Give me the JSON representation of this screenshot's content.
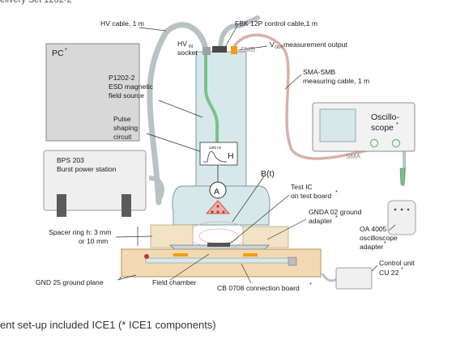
{
  "header_fragment": "elivery Set 1202-2",
  "caption": "ent set-up included ICE1 (* ICE1 components)",
  "labels": {
    "hv_cable": "HV cable, 1 m",
    "fbk_cable": "FBK 12P control cable,1 m",
    "hv_socket_1": "HV",
    "hv_socket_sub": "IN",
    "hv_socket_2": "socket",
    "smb": "SMB",
    "vout_1": "V",
    "vout_sub": "OUT",
    "vout_2": " measurement output",
    "pc": "PC",
    "p1202_1": "P1202-2",
    "p1202_2": "ESD magnetic",
    "p1202_3": "field source",
    "sma_smb_1": "SMA-SMB",
    "sma_smb_2": "measuring cable, 1 m",
    "pulse_1": "Pulse",
    "pulse_2": "shaping",
    "pulse_3": "circuit",
    "osc_1": "Oscillo-",
    "osc_2": "scope",
    "sma": "SMA",
    "bps_1": "BPS 203",
    "bps_2": "Burst power station",
    "bt": "B(t)",
    "test_ic_1": "Test IC",
    "test_ic_2": "on test board",
    "meter": "A",
    "circuit_h": "H",
    "circuit_scale": "1/60 ns",
    "gnda_1": "GNDA 02 ground",
    "gnda_2": "adapter",
    "spacer_1": "Spacer ring h:  3 mm",
    "spacer_2": "or 10 mm",
    "oa_1": "OA 4005",
    "oa_2": "oscilloscope",
    "oa_3": "adapter",
    "control_1": "Control unit",
    "control_2": "CU 22",
    "gnd25": "GND 25 ground plane",
    "field_chamber": "Field chamber",
    "cb0708": "CB 0708 connection board",
    "star": "*"
  },
  "colors": {
    "cable_grey": "#b9c2c4",
    "cable_pink": "#d8b1a9",
    "source_body": "#d6e8ea",
    "probe_green": "#7cc08a",
    "base_plate": "#f3d9b3",
    "spacer": "#f1e3c4",
    "coil_red": "#c0392b",
    "orange_connector": "#f39c12",
    "led_green": "#8fd37a"
  }
}
